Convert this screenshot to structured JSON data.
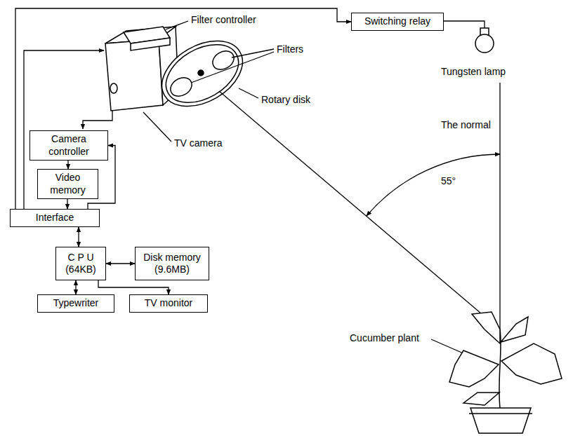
{
  "diagram": {
    "nodes": [
      {
        "text": [
          "Switching relay"
        ]
      },
      {
        "text": [
          "Camera controller"
        ]
      },
      {
        "text": [
          "Video memory"
        ]
      },
      {
        "text": [
          "Interface"
        ]
      },
      {
        "text": [
          "C P U (64KB)"
        ]
      },
      {
        "text": [
          "Disk memory (9.6MB)"
        ]
      },
      {
        "text": [
          "Typewriter"
        ]
      },
      {
        "text": [
          "TV monitor"
        ]
      }
    ],
    "edges": [
      {
        "from": 3,
        "to": 0,
        "arrow": "to"
      },
      {
        "from": 1,
        "to": 2,
        "arrow": "to"
      },
      {
        "from": 2,
        "to": 3,
        "arrow": "to"
      },
      {
        "from": 3,
        "to": 1,
        "arrow": "to"
      },
      {
        "from": 3,
        "to": 4,
        "arrow": "both"
      },
      {
        "from": 4,
        "to": 5,
        "arrow": "both"
      },
      {
        "from": 4,
        "to": 6,
        "arrow": "both"
      },
      {
        "from": 4,
        "to": 7,
        "arrow": "to"
      }
    ],
    "labels": [
      "Filter controller",
      "Filters",
      "Rotary disk",
      "TV camera",
      "Tungsten lamp",
      "The normal",
      "55°",
      "Cucumber plant"
    ]
  }
}
